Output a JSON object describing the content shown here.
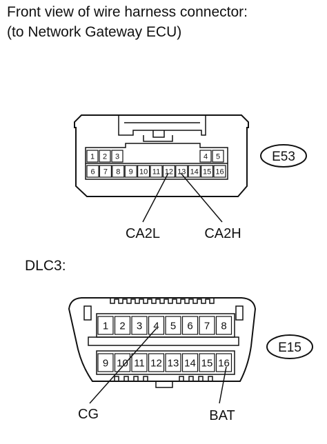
{
  "header": {
    "line1": "Front view of wire harness connector:",
    "line2": "(to Network Gateway ECU)"
  },
  "e53": {
    "tag": "E53",
    "top_pins": [
      "1",
      "2",
      "3",
      "4",
      "5"
    ],
    "bottom_pins": [
      "6",
      "7",
      "8",
      "9",
      "10",
      "11",
      "12",
      "13",
      "14",
      "15",
      "16"
    ],
    "callouts": [
      "CA2L",
      "CA2H"
    ]
  },
  "dlc3": {
    "label": "DLC3:",
    "tag": "E15",
    "top_pins": [
      "1",
      "2",
      "3",
      "4",
      "5",
      "6",
      "7",
      "8"
    ],
    "bottom_pins": [
      "9",
      "10",
      "11",
      "12",
      "13",
      "14",
      "15",
      "16"
    ],
    "callouts": [
      "CG",
      "BAT"
    ]
  }
}
